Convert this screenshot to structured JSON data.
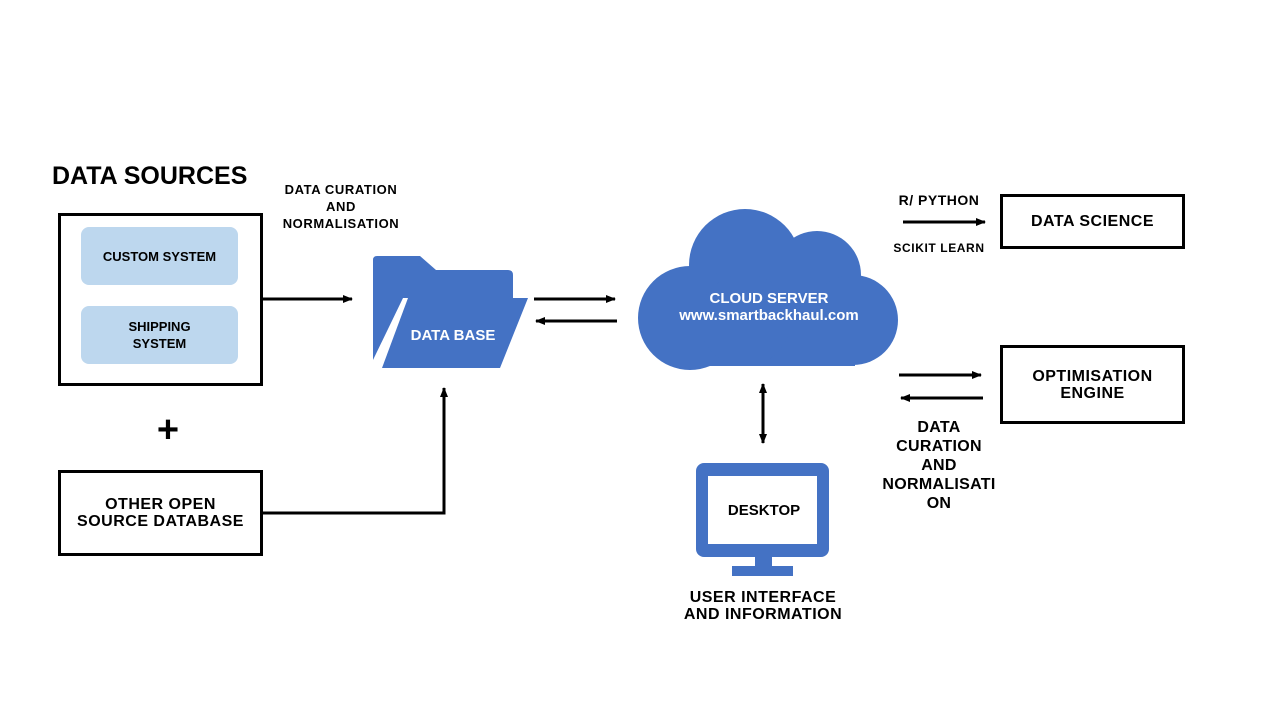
{
  "title": "DATA SOURCES",
  "sources": {
    "custom_system": "CUSTOM SYSTEM",
    "shipping_system": "SHIPPING\nSYSTEM",
    "plus": "+",
    "other_open_source": "OTHER  OPEN\nSOURCE  DATABASE"
  },
  "curation_top": "DATA  CURATION\nAND\nNORMALISATION",
  "database": "DATA BASE",
  "cloud": {
    "line1": "CLOUD SERVER",
    "line2": "www.smartbackhaul.com"
  },
  "data_science": {
    "tool_top": "R/ PYTHON",
    "tool_bottom": "SCIKIT  LEARN",
    "box": "DATA SCIENCE"
  },
  "optimisation": {
    "box": "OPTIMISATION\nENGINE",
    "curation": "DATA\nCURATION\nAND\nNORMALISATI\nON"
  },
  "desktop": {
    "screen": "DESKTOP",
    "caption": "USER  INTERFACE\nAND  INFORMATION"
  },
  "colors": {
    "accent_blue": "#4472c4",
    "pill_blue": "#bdd7ee",
    "line": "#000000"
  }
}
